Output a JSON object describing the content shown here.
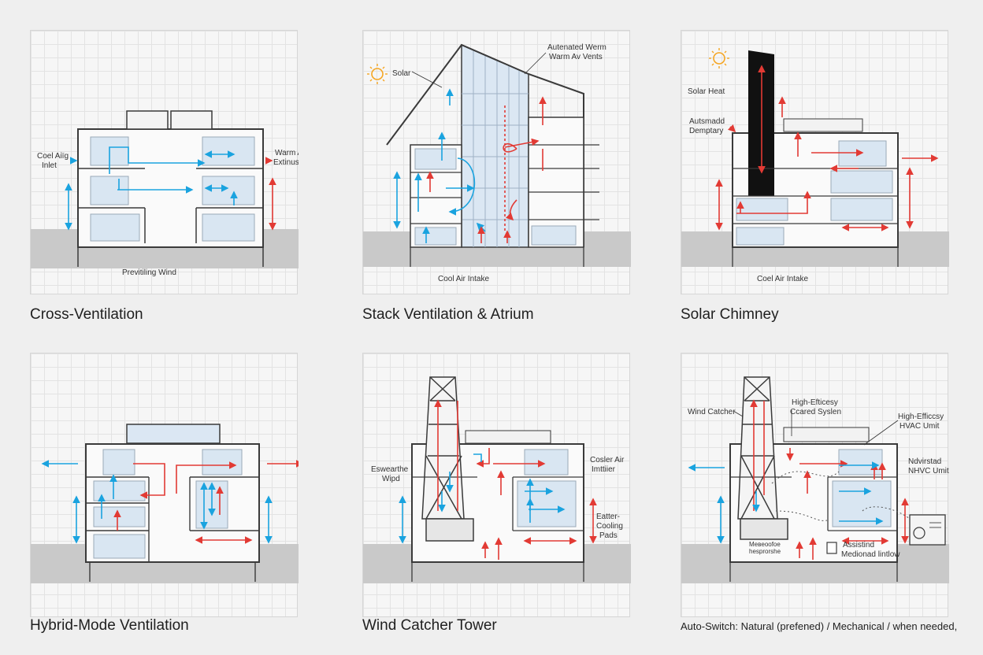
{
  "colors": {
    "cool": "#1aa3df",
    "warm": "#e23a34",
    "wall": "#3a3a3a",
    "sun": "#f5a623",
    "chimney": "#111111"
  },
  "panels": [
    {
      "caption": "Cross-Ventilation",
      "labels": {
        "inlet": [
          "Coel Aiїg",
          "Inlet"
        ],
        "exhaust": [
          "Warm Air",
          "Extinust"
        ],
        "wind": "Previtiling Wind"
      }
    },
    {
      "caption": "Stack Ventilation & Atrium",
      "labels": {
        "solar": "Solar",
        "vents": [
          "Autenated Werm",
          "Warm Av Vents"
        ],
        "intake": "Cool Air Intake"
      }
    },
    {
      "caption": "Solar Chimney",
      "labels": {
        "heat": "Solar Heat",
        "damper": [
          "Autsmadd",
          "Demptary"
        ],
        "intake": "Coel Air Intake"
      }
    },
    {
      "caption": "Hybrid-Mode Ventilation",
      "labels": {}
    },
    {
      "caption": "Wind Catcher Tower",
      "labels": {
        "wind": [
          "Eswearthe",
          "Wiрd"
        ],
        "emitter": [
          "Cosler Air",
          "Imttiier"
        ],
        "pads": [
          "Eatter-",
          "Cooling",
          "Pads"
        ]
      }
    },
    {
      "caption": "Auto-Switch: Natural (prefened) / Mechanical / when needed,",
      "labels": {
        "catcher": "Wind Catcher",
        "cased": [
          "High-Efticesy",
          "Ccared Syslen"
        ],
        "hvac": [
          "High-Efficcsy",
          "HVAC Umit"
        ],
        "nhvc": [
          "Ndvirstad",
          "NHVC Umit"
        ],
        "assisted": [
          "Assistind",
          "Medionad lintlow"
        ],
        "box": [
          "Meвeoofoe",
          "hesprorshe"
        ]
      }
    }
  ]
}
